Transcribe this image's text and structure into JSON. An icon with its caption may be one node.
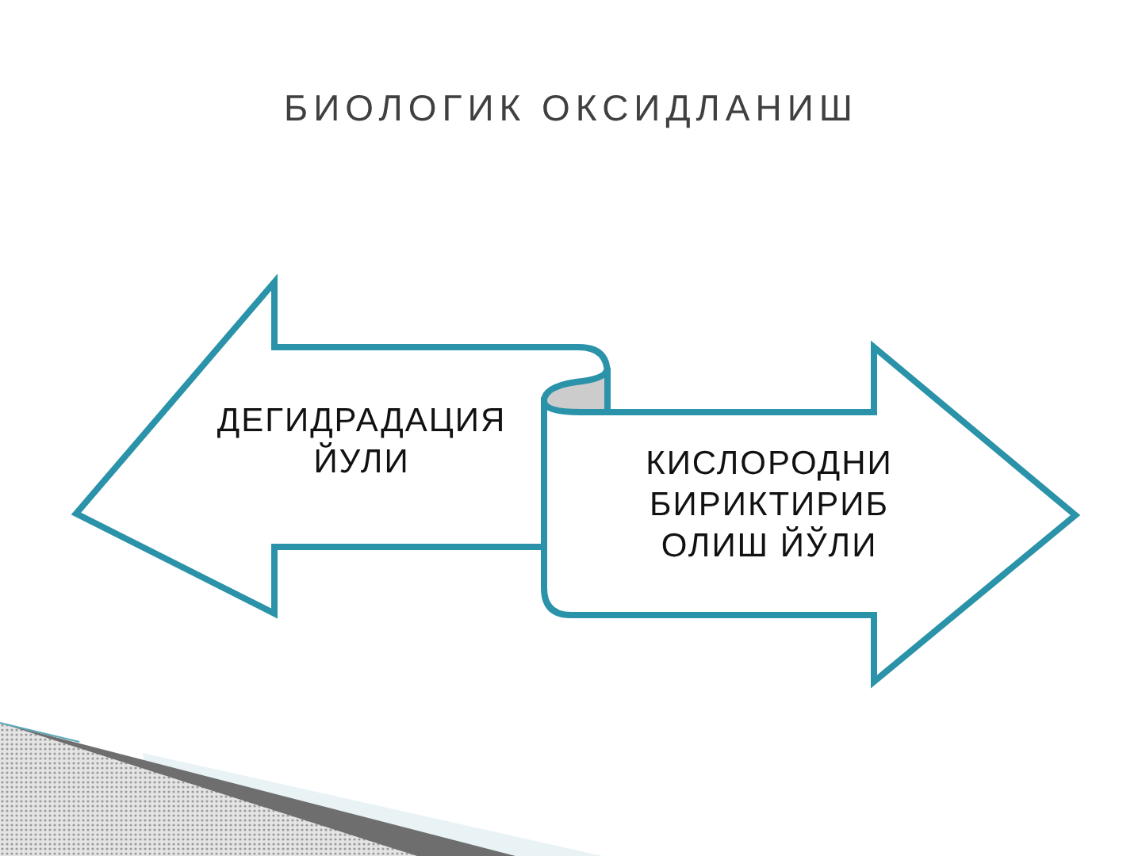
{
  "diagram": {
    "title": "БИОЛОГИК ОКСИДЛАНИШ",
    "nodes": [
      {
        "text": [
          "ДЕГИДРАДАЦИЯ ЙУЛИ"
        ]
      },
      {
        "text": [
          "КИСЛОРОДНИ БИРИКТИРИБ ОЛИШ ЙЎЛИ"
        ]
      }
    ]
  }
}
